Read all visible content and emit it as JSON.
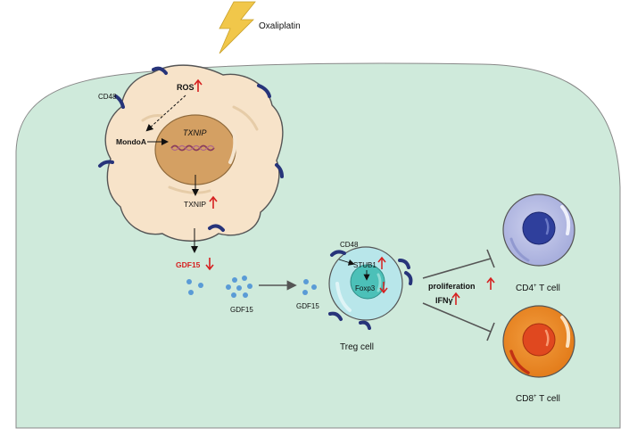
{
  "labels": {
    "oxaliplatin": "Oxaliplatin",
    "ros": "ROS",
    "cd48_tumor": "CD48",
    "mondoa": "MondoA",
    "txnip_gene": "TXNIP",
    "txnip_protein": "TXNIP",
    "gdf15_change": "GDF15",
    "gdf15_cluster": "GDF15",
    "gdf15_near_treg": "GDF15",
    "cd48_treg": "CD48",
    "stub1": "STUB1",
    "foxp3": "Foxp3",
    "treg_cell": "Treg cell",
    "proliferation": "proliferation",
    "ifng": "IFNγ",
    "cd4_base": "CD4",
    "cd4_sup": "+",
    "cd4_suffix": " T cell",
    "cd8_base": "CD8",
    "cd8_sup": "+",
    "cd8_suffix": " T cell"
  },
  "indicators": {
    "ros": "up",
    "txnip_protein": "up",
    "gdf15": "down",
    "stub1": "up",
    "foxp3": "down",
    "proliferation": "up",
    "ifng": "up"
  },
  "colors": {
    "background_region": "#cfeadb",
    "tumor_cytoplasm": "#f7e3c9",
    "tumor_nucleus": "#d4a063",
    "receptor": "#27347a",
    "indicator_red": "#d62020",
    "gdf15_dots": "#5a9bd6",
    "treg_cytoplasm": "#b8e6ea",
    "treg_nucleus": "#4cc0b8",
    "cd4_outer": "#b7bde2",
    "cd4_nucleus": "#2f3f9c",
    "cd8_outer": "#ee8a2a",
    "cd8_nucleus": "#e0481f",
    "lightning": "#f1c74a",
    "dna": "#8a3d5c"
  }
}
